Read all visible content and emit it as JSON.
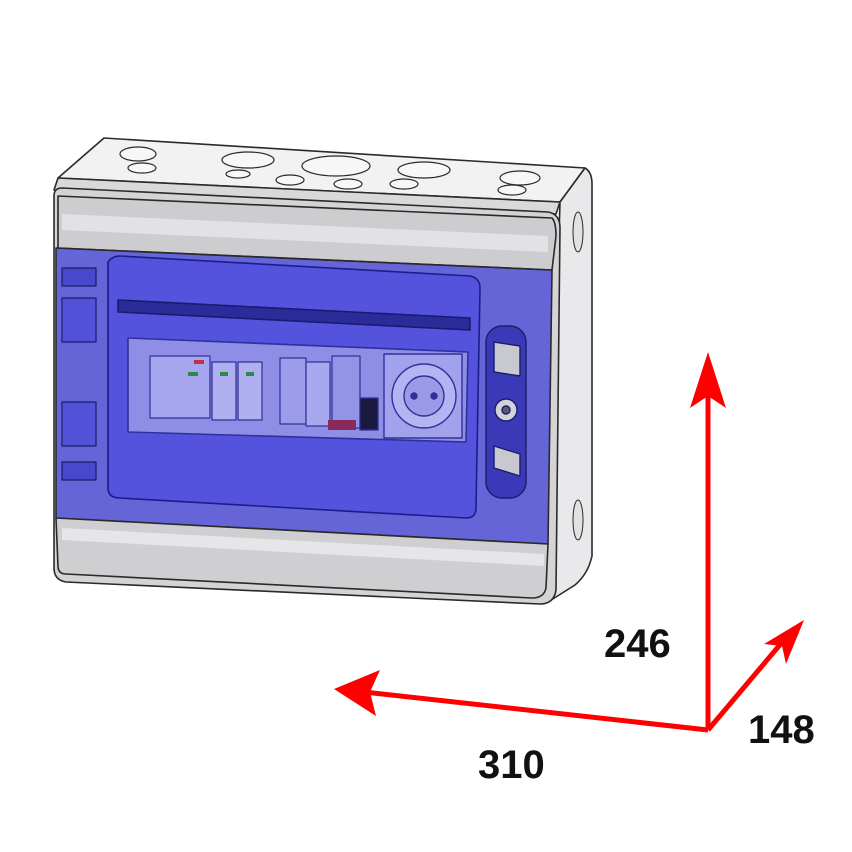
{
  "dimensions": {
    "height": "246",
    "depth": "148",
    "width": "310"
  },
  "colors": {
    "arrow": "#ff0000",
    "door_tint": "#3a3ad8",
    "enclosure_body": "#e4e4e6",
    "enclosure_outline": "#2a2a2a",
    "label_text": "#111111"
  },
  "icons": {
    "device": "electrical-enclosure-with-transparent-door",
    "dimension_arrows": "red-3d-axis-arrows"
  }
}
